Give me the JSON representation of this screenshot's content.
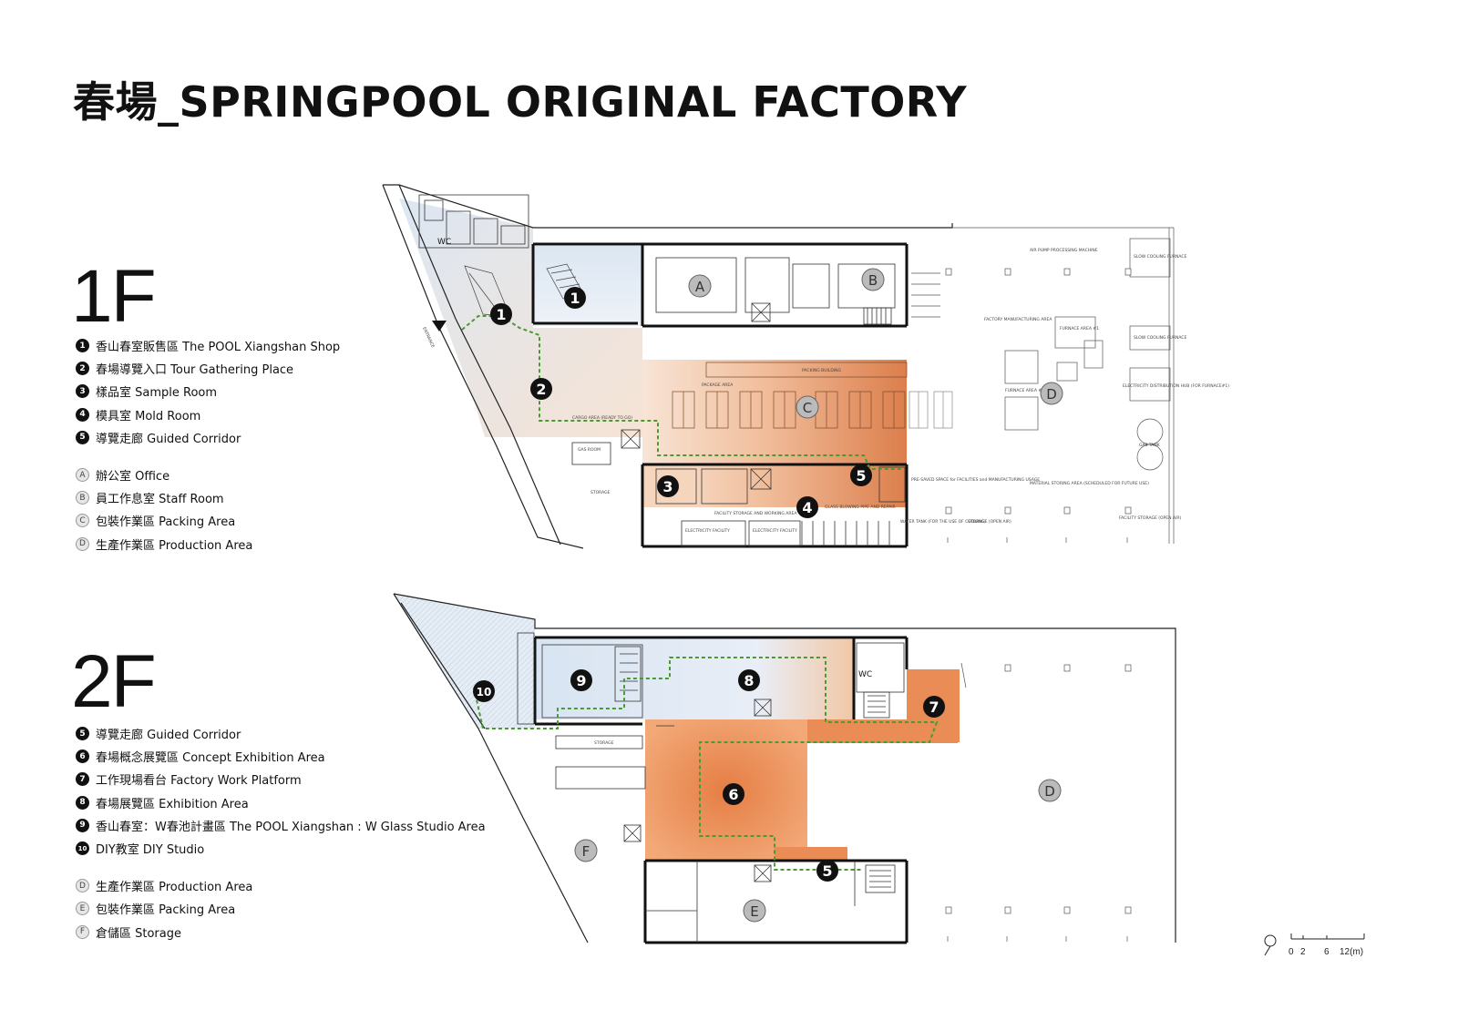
{
  "title": "春場_SPRINGPOOL ORIGINAL FACTORY",
  "floor1": {
    "label": "1F",
    "legend_numbers": [
      {
        "key": "1",
        "text": "香山春室販售區 The POOL Xiangshan Shop"
      },
      {
        "key": "2",
        "text": "春場導覽入口 Tour Gathering Place"
      },
      {
        "key": "3",
        "text": "樣品室 Sample Room"
      },
      {
        "key": "4",
        "text": "模具室 Mold Room"
      },
      {
        "key": "5",
        "text": "導覽走廊 Guided Corridor"
      }
    ],
    "legend_letters": [
      {
        "key": "A",
        "text": "辦公室 Office"
      },
      {
        "key": "B",
        "text": "員工作息室 Staff Room"
      },
      {
        "key": "C",
        "text": "包裝作業區 Packing Area"
      },
      {
        "key": "D",
        "text": "生產作業區 Production Area"
      }
    ],
    "plan_labels": {
      "wc": "WC",
      "entrance": "ENTRANCE",
      "package_area": "PACKAGE AREA",
      "packing_building": "PACKING BUILDING",
      "cargo_area": "CARGO AREA (READY TO GO)",
      "gas_room": "GAS ROOM",
      "storage": "STORAGE",
      "facility_storage": "FACILITY STORAGE AND WORKING AREA",
      "electricity_1": "ELECTRICITY FACILITY",
      "electricity_2": "ELECTRICITY FACILITY",
      "glass_repair": "GLASS BLOWING PIPE AND REPAIR",
      "water_tank": "WATER TANK (FOR THE USE OF COOLING)",
      "storage_open": "STORAGE (OPEN AIR)",
      "pre_saved": "PRE-SAVED SPACE for FACILITIES and MANUFACTURING USAGE",
      "factory_manufacturing": "FACTORY MANUFACTURING AREA",
      "air_pump": "AIR PUMP PROCESSING MACHINE",
      "furnace_1": "FURNACE AREA #1",
      "furnace_2": "FURNACE AREA #2",
      "material_storing": "MATERIAL STORING AREA (SCHEDULED FOR FUTURE USE)",
      "electricity_hub": "ELECTRICITY DISTRIBUTION HUB (FOR FURNACE#1)",
      "slow_cooling_1": "SLOW COOLING FURNACE",
      "slow_cooling_2": "SLOW COOLING FURNACE",
      "facility_storage_open": "FACILITY STORAGE (OPEN AIR)",
      "gas_tank": "GAS TANK"
    },
    "markers_num": [
      "1",
      "2",
      "3",
      "4",
      "5"
    ],
    "markers_let": [
      "A",
      "B",
      "C",
      "D"
    ]
  },
  "floor2": {
    "label": "2F",
    "legend_numbers": [
      {
        "key": "5",
        "text": "導覽走廊 Guided Corridor"
      },
      {
        "key": "6",
        "text": "春場概念展覽區 Concept Exhibition Area"
      },
      {
        "key": "7",
        "text": "工作現場看台 Factory Work Platform"
      },
      {
        "key": "8",
        "text": "春場展覽區 Exhibition Area"
      },
      {
        "key": "9",
        "text": "香山春室：W春池計畫區 The POOL Xiangshan : W Glass Studio Area"
      },
      {
        "key": "10",
        "text": "DIY教室 DIY Studio"
      }
    ],
    "legend_letters": [
      {
        "key": "D",
        "text": "生產作業區 Production Area"
      },
      {
        "key": "E",
        "text": "包裝作業區 Packing Area"
      },
      {
        "key": "F",
        "text": "倉儲區 Storage"
      }
    ],
    "plan_labels": {
      "wc": "WC",
      "storage": "STORAGE"
    },
    "markers_num": [
      "5",
      "6",
      "7",
      "8",
      "9",
      "10"
    ],
    "markers_let": [
      "D",
      "E",
      "F"
    ]
  },
  "scale_bar": {
    "ticks": [
      "0",
      "2",
      "6",
      "12(m)"
    ]
  },
  "colors": {
    "orange": "#e88a4e",
    "light_blue": "#dce7f3",
    "corridor_green": "#4a9a32",
    "wall": "#111111"
  }
}
